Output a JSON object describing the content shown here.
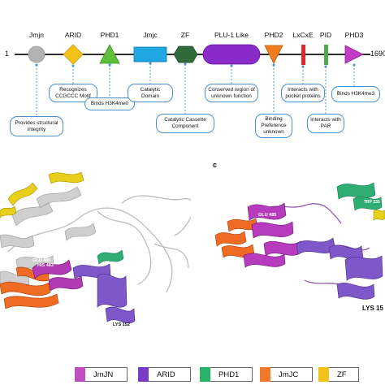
{
  "domain_map": {
    "start_label": "1",
    "end_label": "1690",
    "domains": [
      {
        "name": "Jmjn",
        "color": "#b3b3b3"
      },
      {
        "name": "ARID",
        "color": "#f2c21a"
      },
      {
        "name": "PHD1",
        "color": "#5fbf3a"
      },
      {
        "name": "Jmjc",
        "color": "#1ea7e1"
      },
      {
        "name": "ZF",
        "color": "#2f6b3a"
      },
      {
        "name": "PLU-1 Like",
        "color": "#8a2bc9"
      },
      {
        "name": "PHD2",
        "color": "#f07c1e"
      },
      {
        "name": "LxCxE",
        "color": "#e0262b"
      },
      {
        "name": "PID",
        "color": "#4caa4a"
      },
      {
        "name": "PHD3",
        "color": "#c23bc4"
      }
    ],
    "annotations": [
      {
        "id": "structural",
        "text": "Provides structural integrity"
      },
      {
        "id": "cgcccc",
        "text": "Recognizes CCGCCC Motif"
      },
      {
        "id": "h3k4me0",
        "text": "Binds H3K4me0"
      },
      {
        "id": "catalytic",
        "text": "Catalytic Domain"
      },
      {
        "id": "cassette",
        "text": "Catalytic Cassette Component"
      },
      {
        "id": "conserved",
        "text": "Conserved region of unknown function"
      },
      {
        "id": "binding",
        "text": "Binding Preference unknown"
      },
      {
        "id": "pocket",
        "text": "Interacts with pocket proteins"
      },
      {
        "id": "par",
        "text": "Interacts with PAR"
      },
      {
        "id": "h3k4me3",
        "text": "Binds H3K4me3"
      }
    ]
  },
  "panel_c": {
    "letter": "c"
  },
  "structure_b": {
    "labels": [
      "GLU 485",
      "HIS 483",
      "LYS 152"
    ]
  },
  "structure_c": {
    "labels": [
      "GLU 485",
      "HIS 483",
      "TRP 335",
      "LYS 15"
    ]
  },
  "legend": [
    {
      "label": "JmJN",
      "color": "#c04fc0"
    },
    {
      "label": "ARID",
      "color": "#7a3cc4"
    },
    {
      "label": "PHD1",
      "color": "#29b36a"
    },
    {
      "label": "JmJC",
      "color": "#f07a2a"
    },
    {
      "label": "ZF",
      "color": "#f2c21a"
    }
  ]
}
